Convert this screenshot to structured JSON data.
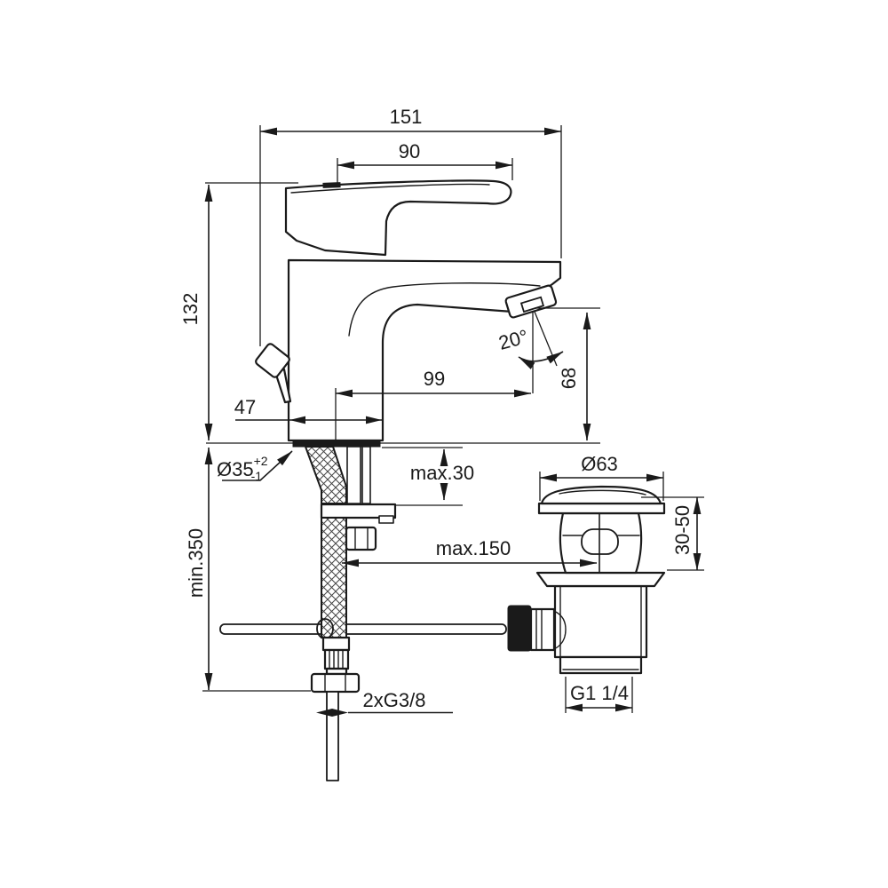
{
  "labels": {
    "overall_width": "151",
    "lever_length": "90",
    "body_height": "132",
    "base_depth": "47",
    "spout_reach": "99",
    "spout_angle": "20°",
    "spout_height": "68",
    "mount_hole_dia": "Ø35",
    "mount_hole_tol_plus": "+2",
    "mount_hole_tol_minus": "-1",
    "deck_thickness": "max.30",
    "supply_min_length": "min.350",
    "rod_max_reach": "max.150",
    "waste_cap_dia": "Ø63",
    "waste_clamp_range": "30-50",
    "supply_thread": "2xG3/8",
    "waste_thread": "G1 1/4"
  }
}
